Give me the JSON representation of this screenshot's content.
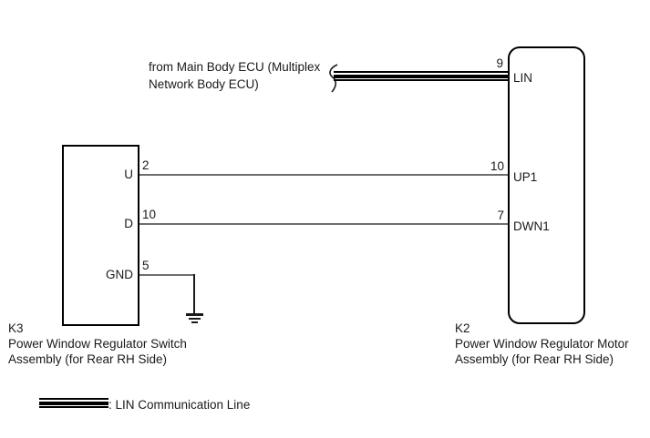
{
  "diagram": {
    "ecu_note": {
      "line1": "from Main Body ECU (Multiplex",
      "line2": "Network Body ECU)"
    },
    "left_component": {
      "id": "K3",
      "name_line1": "Power Window Regulator Switch",
      "name_line2": "Assembly (for Rear RH Side)",
      "pins": [
        {
          "label": "U",
          "number": "2"
        },
        {
          "label": "D",
          "number": "10"
        },
        {
          "label": "GND",
          "number": "5"
        }
      ]
    },
    "right_component": {
      "id": "K2",
      "name_line1": "Power Window Regulator Motor",
      "name_line2": "Assembly (for Rear RH Side)",
      "pins": [
        {
          "label": "LIN",
          "number": "9"
        },
        {
          "label": "UP1",
          "number": "10"
        },
        {
          "label": "DWN1",
          "number": "7"
        }
      ]
    },
    "legend": {
      "label": ": LIN Communication Line"
    },
    "colors": {
      "wire_gray": "#6e6e6e",
      "diagram_black": "#000000"
    }
  }
}
